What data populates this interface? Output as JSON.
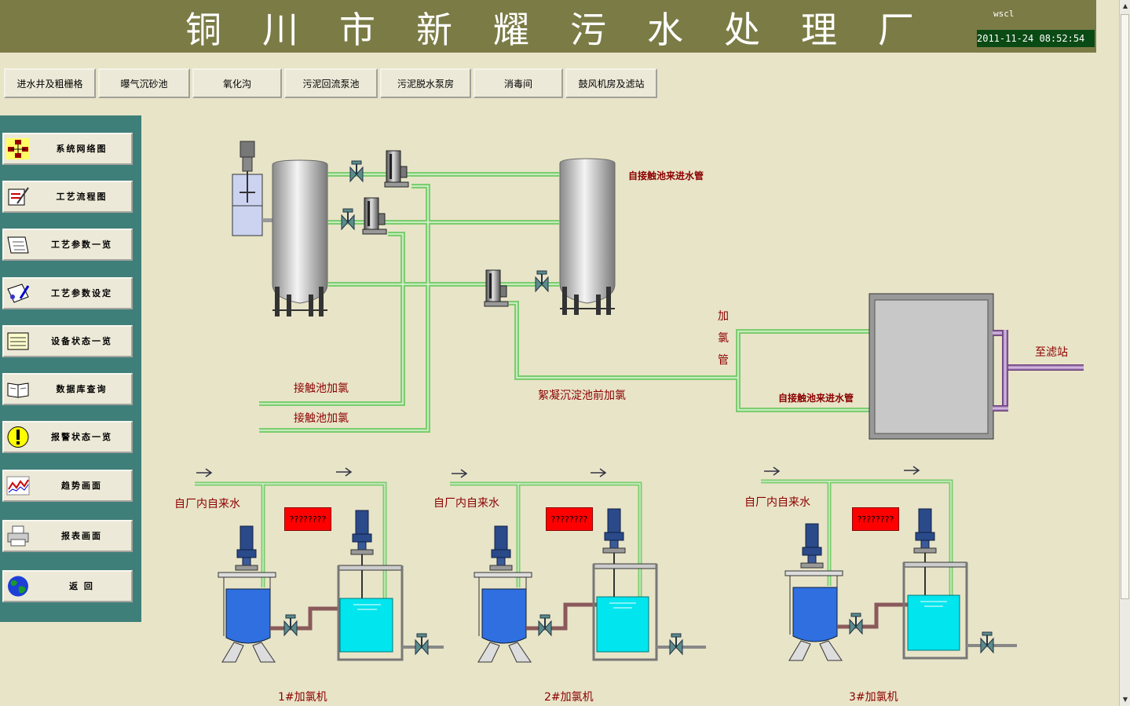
{
  "header": {
    "title": "铜川市新耀污水处理厂",
    "user": "wscl",
    "datetime": "2011-11-24 08:52:54"
  },
  "top_nav": [
    "进水井及粗栅格",
    "曝气沉砂池",
    "氧化沟",
    "污泥回流泵池",
    "污泥脱水泵房",
    "消毒间",
    "鼓风机房及滤站"
  ],
  "sidebar": [
    {
      "label": "系统网络图",
      "icon": "network-icon"
    },
    {
      "label": "工艺流程图",
      "icon": "flowchart-icon"
    },
    {
      "label": "工艺参数一览",
      "icon": "param-list-icon"
    },
    {
      "label": "工艺参数设定",
      "icon": "param-set-icon"
    },
    {
      "label": "设备状态一览",
      "icon": "device-status-icon"
    },
    {
      "label": "数据库查询",
      "icon": "database-book-icon"
    },
    {
      "label": "报警状态一览",
      "icon": "alarm-exclamation-icon"
    },
    {
      "label": "趋势画面",
      "icon": "trend-chart-icon"
    },
    {
      "label": "报表画面",
      "icon": "printer-icon"
    },
    {
      "label": "返  回",
      "icon": "globe-icon"
    }
  ],
  "process": {
    "inlet_pipe_label": "自接触池来进水管",
    "contact_chlorination_1": "接触池加氯",
    "contact_chlorination_2": "接触池加氯",
    "floc_chlorination": "絮凝沉淀池前加氯",
    "chlorination_pipe_chars": [
      "加",
      "氯",
      "管"
    ],
    "to_filter_station": "至滤站",
    "inlet_pipe_label_2": "自接触池来进水管"
  },
  "chlorinators": [
    {
      "water_source": "自厂内自来水",
      "alarm_value": "????????",
      "name": "1#加氯机"
    },
    {
      "water_source": "自厂内自来水",
      "alarm_value": "????????",
      "name": "2#加氯机"
    },
    {
      "water_source": "自厂内自来水",
      "alarm_value": "????????",
      "name": "3#加氯机"
    }
  ],
  "colors": {
    "header_bg": "#7b7b46",
    "background": "#e8e4c8",
    "sidebar_bg": "#3f7f7a",
    "pipe_green": "#7ccd6e",
    "label_red": "#8b0000",
    "alarm_red": "#ff0000",
    "tank_water": "#00e5ee",
    "dissolve_tank": "#2f6fe0"
  }
}
